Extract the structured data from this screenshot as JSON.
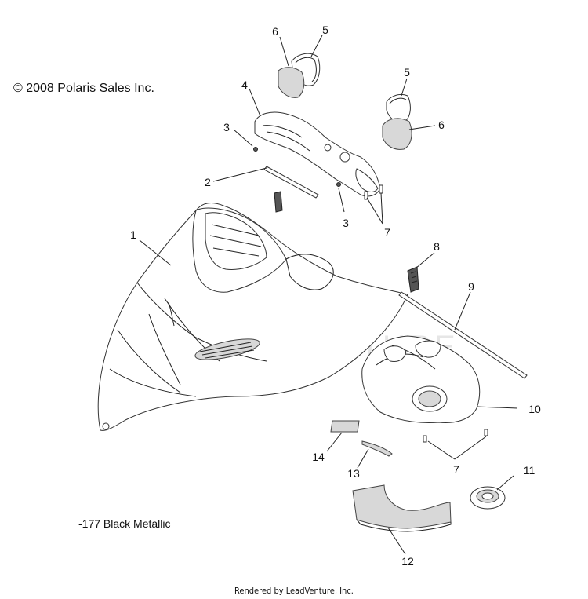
{
  "header": {
    "copyright": "© 2008 Polaris Sales Inc."
  },
  "footer": {
    "rendered_by": "Rendered by LeadVenture, Inc."
  },
  "variant_note": "-177 Black Metallic",
  "watermark": "LEADVENTURE",
  "callouts": {
    "c1": "1",
    "c2": "2",
    "c3a": "3",
    "c3b": "3",
    "c4": "4",
    "c5a": "5",
    "c5b": "5",
    "c6a": "6",
    "c6b": "6",
    "c7a": "7",
    "c7b": "7",
    "c8": "8",
    "c9": "9",
    "c10": "10",
    "c11": "11",
    "c12": "12",
    "c13": "13",
    "c14": "14"
  }
}
